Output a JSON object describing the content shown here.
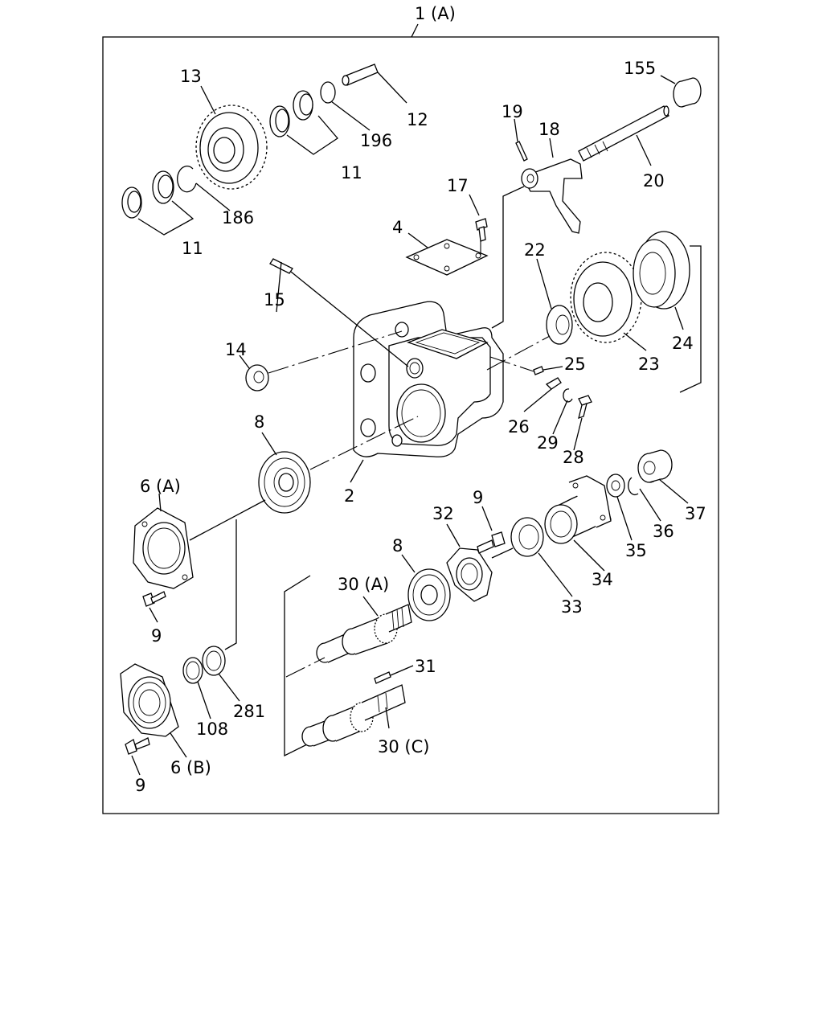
{
  "labels": {
    "assembly": "1 (A)",
    "p2": "2",
    "p4": "4",
    "p6a": "6 (A)",
    "p6b": "6 (B)",
    "p8_upper": "8",
    "p8_lower": "8",
    "p9_a": "9",
    "p9_b": "9",
    "p9_c": "9",
    "p11_upper": "11",
    "p11_lower": "11",
    "p12": "12",
    "p13": "13",
    "p14": "14",
    "p15": "15",
    "p17": "17",
    "p18": "18",
    "p19": "19",
    "p20": "20",
    "p22": "22",
    "p23": "23",
    "p24": "24",
    "p25": "25",
    "p26": "26",
    "p28": "28",
    "p29": "29",
    "p30a": "30 (A)",
    "p30c": "30 (C)",
    "p31": "31",
    "p32": "32",
    "p33": "33",
    "p34": "34",
    "p35": "35",
    "p36": "36",
    "p37": "37",
    "p108": "108",
    "p155": "155",
    "p186": "186",
    "p196": "196",
    "p281": "281"
  }
}
